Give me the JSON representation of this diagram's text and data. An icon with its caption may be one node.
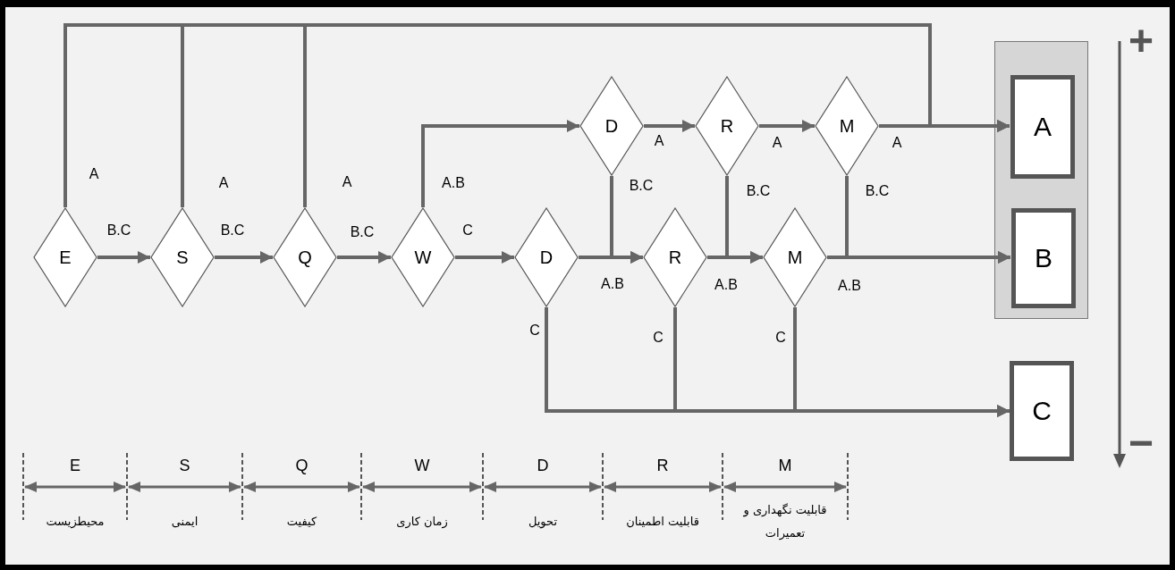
{
  "diagram": {
    "nodes": [
      {
        "text": [
          "E"
        ]
      },
      {
        "text": [
          "S"
        ]
      },
      {
        "text": [
          "Q"
        ]
      },
      {
        "text": [
          "W"
        ]
      },
      {
        "text": [
          "D"
        ]
      },
      {
        "text": [
          "D"
        ]
      },
      {
        "text": [
          "R"
        ]
      },
      {
        "text": [
          "M"
        ]
      },
      {
        "text": [
          "R"
        ]
      },
      {
        "text": [
          "M"
        ]
      },
      {
        "text": [],
        "shape": "box"
      },
      {
        "text": [
          "A"
        ],
        "in": 10
      },
      {
        "text": [
          "B"
        ],
        "in": 10
      },
      {
        "text": [
          "C"
        ]
      }
    ],
    "edges": [
      {
        "from": 0,
        "to": 11,
        "arrow": "to",
        "label": "A"
      },
      {
        "from": 1,
        "to": 11,
        "arrow": "to",
        "label": "A"
      },
      {
        "from": 2,
        "to": 11,
        "arrow": "to",
        "label": "A"
      },
      {
        "from": 0,
        "to": 1,
        "arrow": "to",
        "label": "B.C"
      },
      {
        "from": 1,
        "to": 2,
        "arrow": "to",
        "label": "B.C"
      },
      {
        "from": 2,
        "to": 3,
        "arrow": "to",
        "label": "B.C"
      },
      {
        "from": 3,
        "to": 5,
        "arrow": "to",
        "label": "A.B"
      },
      {
        "from": 3,
        "to": 4,
        "arrow": "to",
        "label": "C"
      },
      {
        "from": 5,
        "to": 6,
        "arrow": "to",
        "label": "A"
      },
      {
        "from": 6,
        "to": 7,
        "arrow": "to",
        "label": "A"
      },
      {
        "from": 7,
        "to": 11,
        "arrow": "to",
        "label": "A"
      },
      {
        "from": 5,
        "to": 8,
        "arrow": "to",
        "label": "B.C"
      },
      {
        "from": 6,
        "to": 9,
        "arrow": "to",
        "label": "B.C"
      },
      {
        "from": 7,
        "to": 12,
        "arrow": "to",
        "label": "B.C"
      },
      {
        "from": 4,
        "to": 8,
        "arrow": "to",
        "label": "A.B"
      },
      {
        "from": 8,
        "to": 9,
        "arrow": "to",
        "label": "A.B"
      },
      {
        "from": 9,
        "to": 12,
        "arrow": "to",
        "label": "A.B"
      },
      {
        "from": 4,
        "to": 13,
        "arrow": "to",
        "label": "C"
      },
      {
        "from": 8,
        "to": 13,
        "arrow": "to",
        "label": "C"
      },
      {
        "from": 9,
        "to": 13,
        "arrow": "to",
        "label": "C"
      }
    ],
    "labels": [
      "E",
      "S",
      "Q",
      "W",
      "D",
      "R",
      "M",
      "محیطزیست",
      "ایمنی",
      "کیفیت",
      "زمان کاری",
      "تحویل",
      "قابلیت اطمینان",
      "قابلیت نگهداری و تعمیرات",
      "+",
      "−"
    ]
  }
}
